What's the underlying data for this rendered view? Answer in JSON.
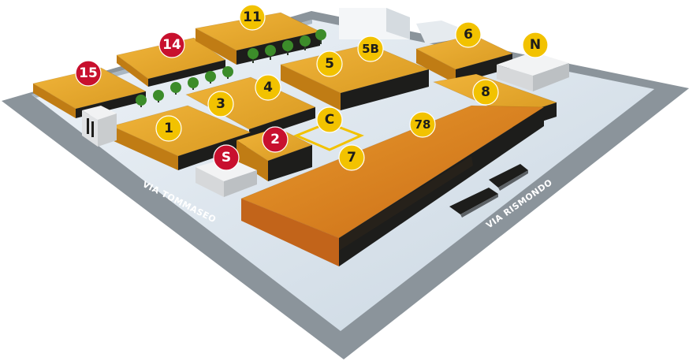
{
  "map": {
    "streets": {
      "tommaseo": "VIA TOMMASEO",
      "rismondo": "VIA RISMONDO"
    },
    "labels": {
      "hall_11": "11",
      "hall_14": "14",
      "hall_15": "15",
      "hall_6": "6",
      "hall_n": "N",
      "hall_5b": "5B",
      "hall_5": "5",
      "hall_4": "4",
      "hall_3": "3",
      "hall_8": "8",
      "hall_1": "1",
      "hall_c": "C",
      "hall_78": "78",
      "hall_2": "2",
      "hall_s": "S",
      "hall_7": "7"
    },
    "colors": {
      "badge_yellow": "#f2c200",
      "badge_red": "#c8102e",
      "hall_orange": "#e0a020",
      "hall_dark_orange": "#d27f1a",
      "road": "#8e969d",
      "ground": "#d9e3ec"
    }
  }
}
